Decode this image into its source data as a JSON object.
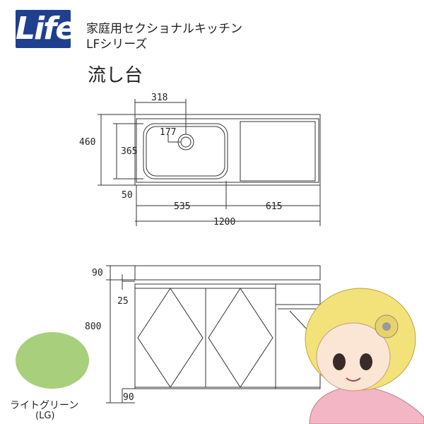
{
  "brand": {
    "logo_text": "Life"
  },
  "header": {
    "line1": "家庭用セクショナルキッチン",
    "line2": "LFシリーズ",
    "product": "流し台"
  },
  "top_view": {
    "dims": {
      "d318": "318",
      "d177": "177",
      "d460": "460",
      "d365": "365",
      "d50": "50",
      "d535": "535",
      "d615": "615",
      "d1200": "1200"
    }
  },
  "front_view": {
    "dims": {
      "d90_top": "90",
      "d25": "25",
      "d800": "800",
      "d90_bottom": "90"
    }
  },
  "color_option": {
    "label": "ライトグリーン",
    "code": "(LG)",
    "hex": "#a8cf7b"
  }
}
